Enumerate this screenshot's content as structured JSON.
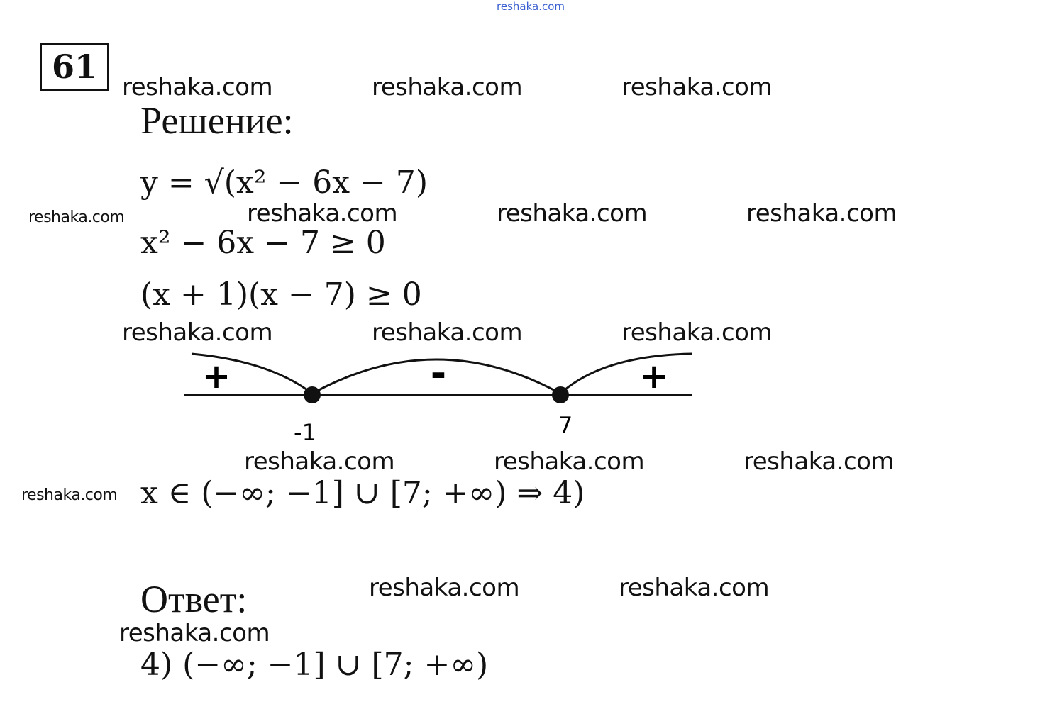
{
  "header": {
    "site_link": "reshaka.com",
    "problem_number": "61"
  },
  "solution": {
    "heading": "Решение:",
    "lines": [
      "y = √(x² − 6x − 7)",
      "x² − 6x − 7 ≥ 0",
      "(x + 1)(x − 7) ≥ 0"
    ],
    "number_line": {
      "points": [
        "-1",
        "7"
      ],
      "signs": [
        "+",
        "-",
        "+"
      ]
    },
    "result": "x ∈ (−∞; −1] ∪ [7; +∞) ⇒ 4)"
  },
  "answer": {
    "heading": "Ответ:",
    "text": "4) (−∞; −1] ∪ [7; +∞)"
  },
  "watermark": "reshaka.com"
}
